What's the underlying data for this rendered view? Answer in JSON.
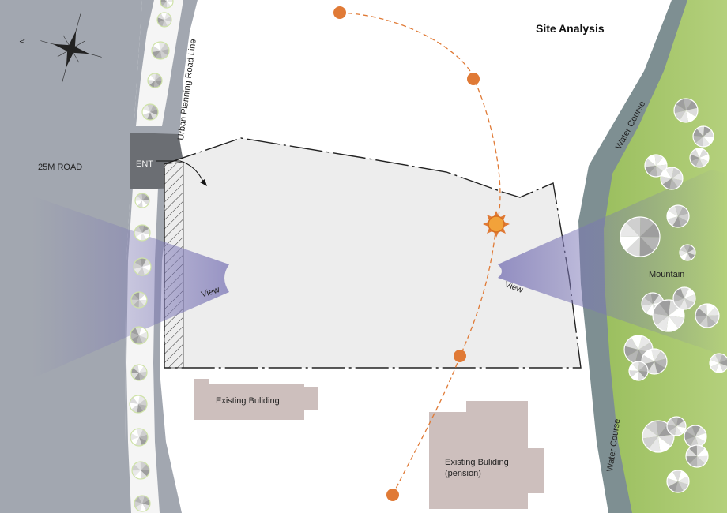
{
  "title": "Site Analysis",
  "labels": {
    "road": "25M ROAD",
    "road_line": "Urban Planning Road Line",
    "entrance": "ENT",
    "view_left": "View",
    "view_right": "View",
    "water_top": "Water Course",
    "water_bottom": "Water Course",
    "mountain": "Mountain",
    "building_1": "Existing Buliding",
    "building_2_line1": "Existing Buliding",
    "building_2_line2": "(pension)"
  },
  "compass_label": "N",
  "icons": [
    "compass-rose-icon",
    "sun-icon",
    "tree-icon"
  ],
  "colors": {
    "road": "#a2a7b0",
    "road_dark": "#6b6e73",
    "site_fill": "#ededed",
    "sun_path": "#e07a36",
    "view_cone": "#7b76b6",
    "water": "#7e8f92",
    "mountain": "#9bbf5f",
    "building": "#cdbfbd"
  }
}
